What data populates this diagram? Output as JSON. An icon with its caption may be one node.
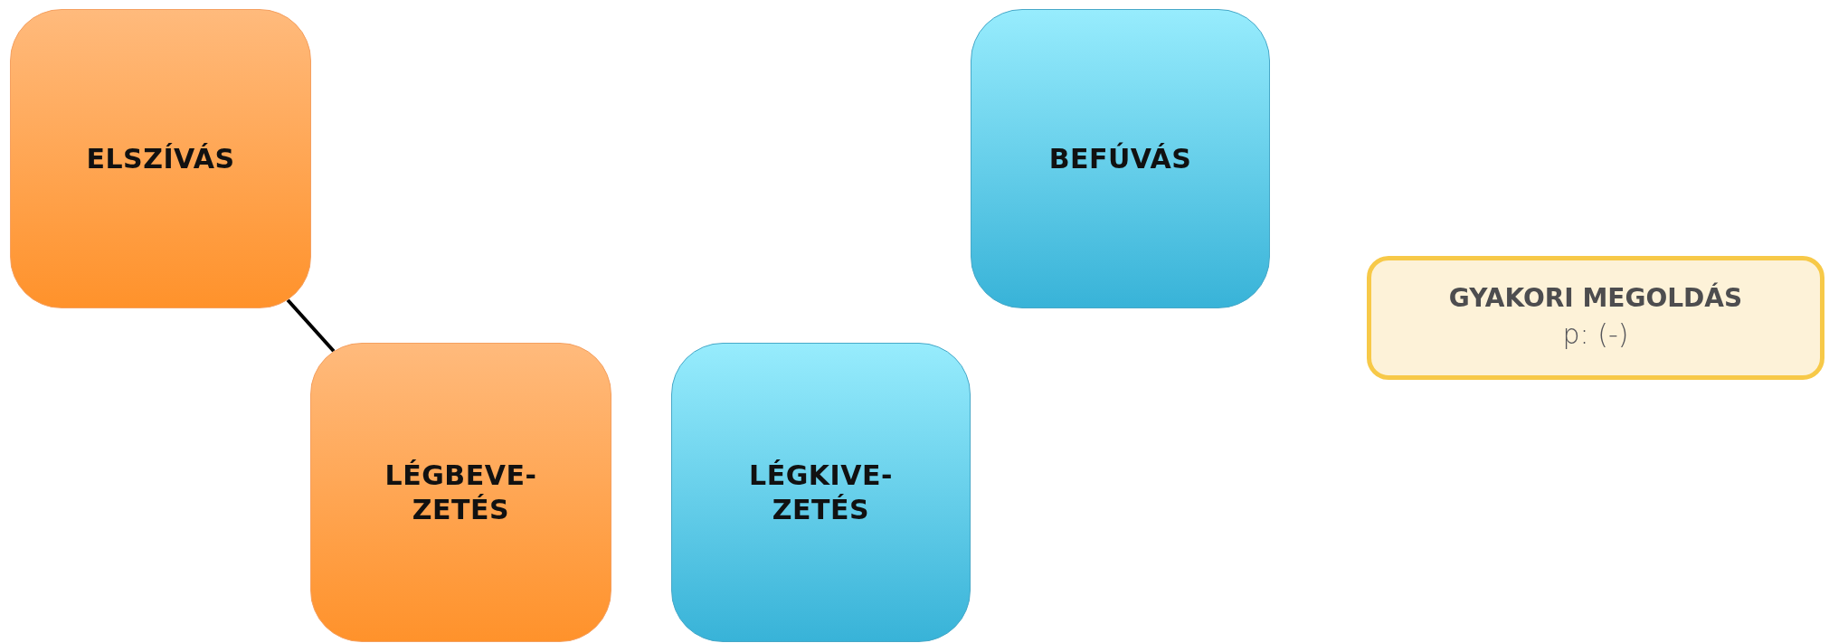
{
  "diagram": {
    "nodes": [
      {
        "text": [
          "ELSZÍVÁS"
        ]
      },
      {
        "text": [
          "BEFÚVÁS"
        ]
      },
      {
        "text": [
          "GYAKORI MEGOLDÁS",
          "p: (-)"
        ]
      },
      {
        "text": [
          "LÉGBEVE- ZETÉS"
        ]
      },
      {
        "text": [
          "LÉGKIVE- ZETÉS"
        ]
      }
    ],
    "edges": [
      {
        "from": 0,
        "to": 3,
        "arrow": "none"
      }
    ]
  }
}
